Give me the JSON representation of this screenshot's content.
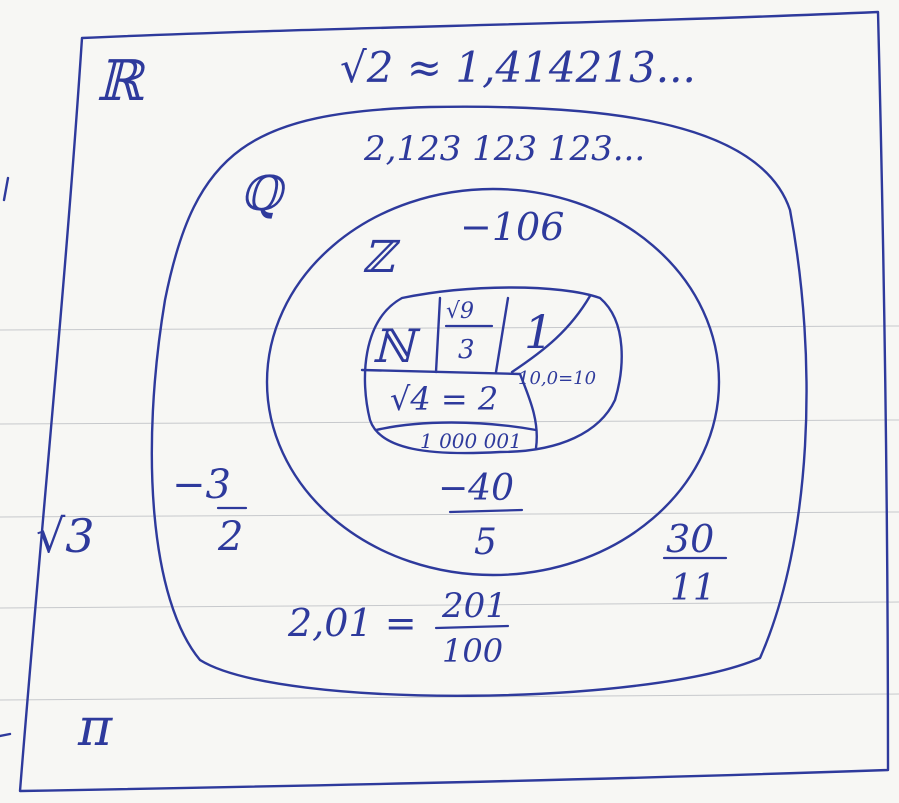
{
  "sets": {
    "real": "ℝ",
    "rational": "ℚ",
    "integer": "ℤ",
    "natural": "ℕ"
  },
  "real_only": {
    "sqrt2": "√2 ≈ 1,414213...",
    "sqrt3": "√3",
    "pi": "π"
  },
  "rational_only": {
    "repeating": "2,123 123 123...",
    "neg_three_halves": {
      "num": "−3",
      "den": "2"
    },
    "thirty_elevenths": {
      "num": "30",
      "den": "11"
    },
    "two_point_zero_one": {
      "lhs": "2,01 =",
      "num": "201",
      "den": "100"
    }
  },
  "integer_only": {
    "neg_106": "−106",
    "neg_forty_fifths": {
      "num": "−40",
      "den": "5"
    }
  },
  "natural_only": {
    "sqrt9_over_3": {
      "num": "√9",
      "den": "3"
    },
    "one": "1",
    "ten": "10,0=10",
    "sqrt4": "√4 = 2",
    "million_one": "1 000 001"
  },
  "colors": {
    "ink": "#2e3a9c",
    "paper": "#f7f7f4",
    "rule": "#c7c9cc"
  }
}
